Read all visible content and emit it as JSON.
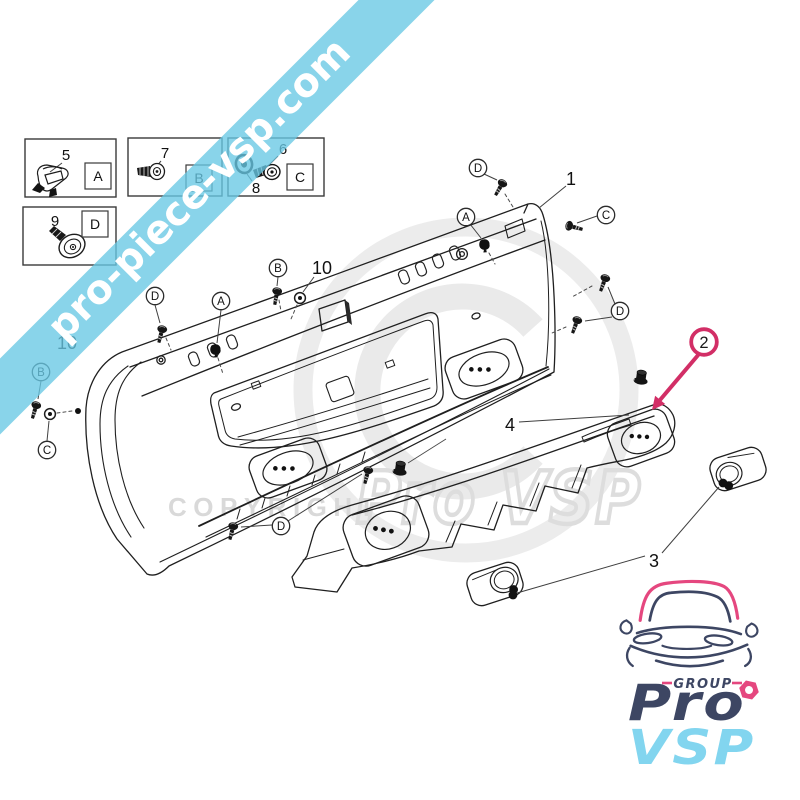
{
  "banner": {
    "text": "pro-piece-vsp.com",
    "color": "#68c8e4",
    "text_color": "#ffffff"
  },
  "watermark": {
    "copyright": "COPYRIGHT",
    "brand": "Pro VSP",
    "color": "#d9d9d9"
  },
  "legend_boxes": [
    {
      "number": "5",
      "letter": "A"
    },
    {
      "number": "7",
      "letter": "B"
    },
    {
      "number": "6",
      "number2": "8",
      "letter": "C"
    },
    {
      "number": "9",
      "letter": "D"
    }
  ],
  "part_labels": {
    "p1": "1",
    "p2": "2",
    "p3": "3",
    "p4": "4",
    "p10_top": "10",
    "p10_left": "10"
  },
  "callout_circles": [
    {
      "letter": "D"
    },
    {
      "letter": "A"
    },
    {
      "letter": "B"
    },
    {
      "letter": "B"
    },
    {
      "letter": "C"
    },
    {
      "letter": "D"
    },
    {
      "letter": "A"
    },
    {
      "letter": "C"
    },
    {
      "letter": "D"
    },
    {
      "letter": "D"
    }
  ],
  "highlight": {
    "number": "2",
    "color": "#d63c78"
  },
  "logo": {
    "group": "GROUP",
    "pro": "Pro",
    "vsp": "VSP",
    "navy": "#3d4663",
    "pink": "#e5477f",
    "blue": "#82d5ef"
  }
}
